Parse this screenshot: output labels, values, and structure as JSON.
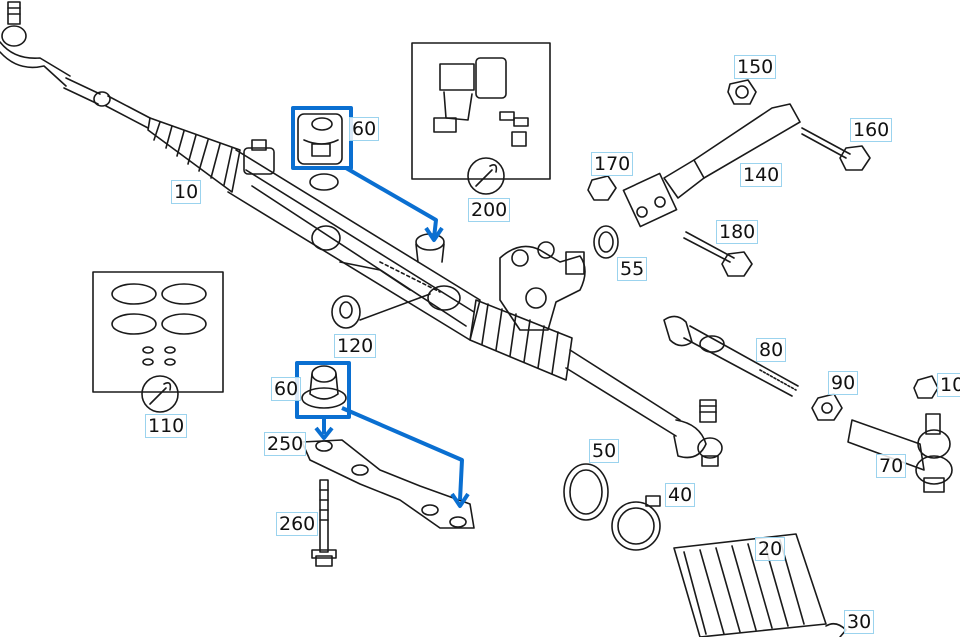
{
  "colors": {
    "line": "#1a1a1a",
    "highlight": "#0a6fd1",
    "label_box": "#9bd3ee"
  },
  "labels": {
    "p10": "10",
    "p20": "20",
    "p30": "30",
    "p40": "40",
    "p50": "50",
    "p55": "55",
    "p60a": "60",
    "p60b": "60",
    "p70": "70",
    "p80": "80",
    "p90": "90",
    "p100": "10",
    "p110": "110",
    "p120": "120",
    "p140": "140",
    "p150": "150",
    "p160": "160",
    "p170": "170",
    "p180": "180",
    "p200": "200",
    "p250": "250",
    "p260": "260"
  },
  "icons": {
    "kit_110": "wrench-icon",
    "kit_200": "wrench-icon"
  }
}
